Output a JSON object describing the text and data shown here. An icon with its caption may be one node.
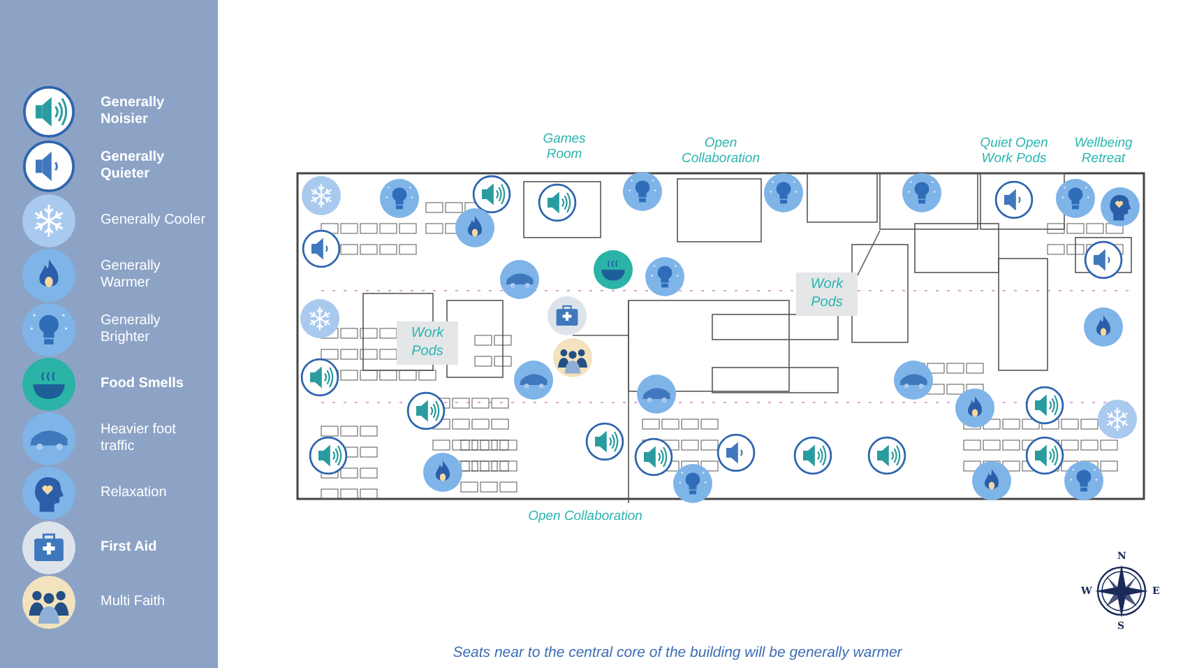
{
  "diagram": {
    "caption": "Seats near to the central core of the building will be generally warmer",
    "nodes": [
      {
        "text": [
          "Work Pods"
        ]
      },
      {
        "text": [
          "Work Pods"
        ]
      }
    ],
    "labels": [
      "Games Room",
      "Open Collaboration",
      "Quiet Open Work Pods",
      "Wellbeing Retreat",
      "Open Collaboration",
      "N",
      "E",
      "S",
      "W"
    ],
    "legend": [
      {
        "text": "Generally Noisier"
      },
      {
        "text": "Generally Quieter"
      },
      {
        "text": "Generally Cooler"
      },
      {
        "text": "Generally Warmer"
      },
      {
        "text": "Generally Brighter"
      },
      {
        "text": "Food Smells"
      },
      {
        "text": "Heavier foot traffic"
      },
      {
        "text": "Relaxation"
      },
      {
        "text": "First Aid"
      },
      {
        "text": "Multi Faith"
      }
    ]
  }
}
